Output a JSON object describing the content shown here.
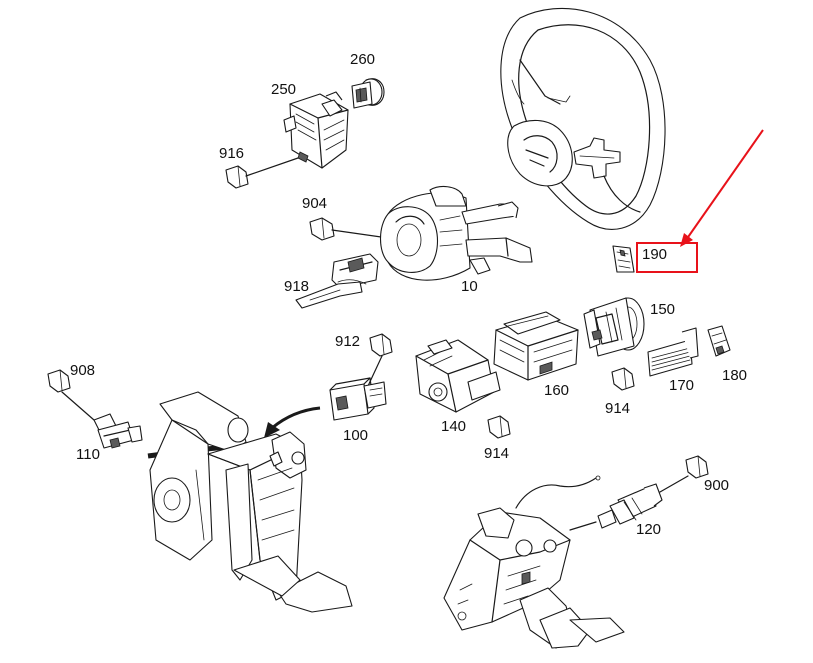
{
  "labels": {
    "p260": "260",
    "p250": "250",
    "p916": "916",
    "p904": "904",
    "p918": "918",
    "p10": "10",
    "p190": "190",
    "p150": "150",
    "p912": "912",
    "p908": "908",
    "p140": "140",
    "p160": "160",
    "p914a": "914",
    "p914b": "914",
    "p170": "170",
    "p180": "180",
    "p100": "100",
    "p110": "110",
    "p900": "900",
    "p120": "120"
  },
  "colors": {
    "highlight": "#e8121a",
    "line": "#1a1a1a",
    "background": "#ffffff"
  }
}
